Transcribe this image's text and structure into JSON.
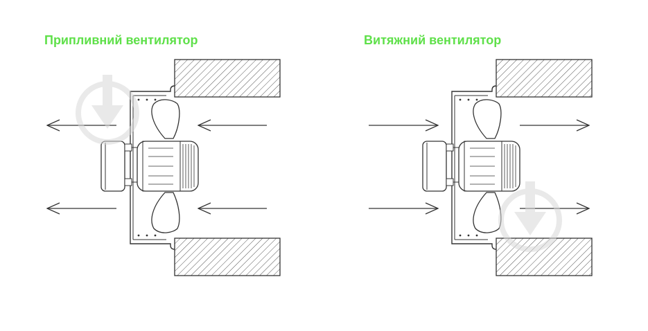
{
  "titles": {
    "supply": "Припливний вентилятор",
    "exhaust": "Витяжний вентилятор"
  },
  "colors": {
    "title": "#5fe04a",
    "line": "#333333",
    "watermark": "#e6e6e6"
  },
  "icons": [
    "arrow-left-icon",
    "arrow-right-icon",
    "watermark-logo"
  ]
}
